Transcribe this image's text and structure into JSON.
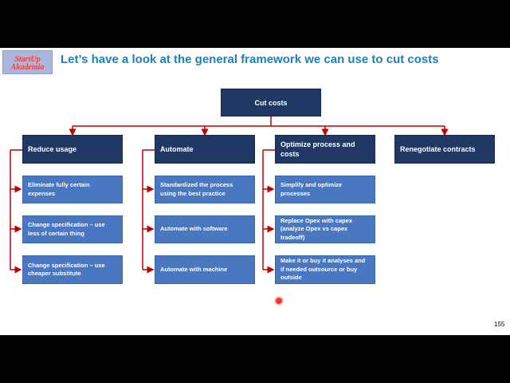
{
  "logo": {
    "line1": "StartUp",
    "line2": "Akademia"
  },
  "title": "Let’s have a look at the general framework we can use to cut costs",
  "root": "Cut costs",
  "branches": [
    {
      "header": "Reduce usage",
      "items": [
        "Eliminate fully certain expenses",
        "Change specification – use less of certain thing",
        "Change specification – use cheaper substitute"
      ]
    },
    {
      "header": "Automate",
      "items": [
        "Standardized the process using the best practice",
        "Automate with software",
        "Automate with machine"
      ]
    },
    {
      "header": "Optimize process and costs",
      "items": [
        "Simplify and optimize processes",
        "Replace Opex with capex (analyze Opex  vs capex tradeoff)",
        "Make it or buy it analyses and if needed outsource or buy outside"
      ]
    },
    {
      "header": "Renegotiate contracts",
      "items": []
    }
  ],
  "page_number": "155",
  "colors": {
    "header_box": "#1f3864",
    "sub_box": "#4a78c0",
    "connector": "#c00000",
    "title": "#1f7fb4"
  }
}
